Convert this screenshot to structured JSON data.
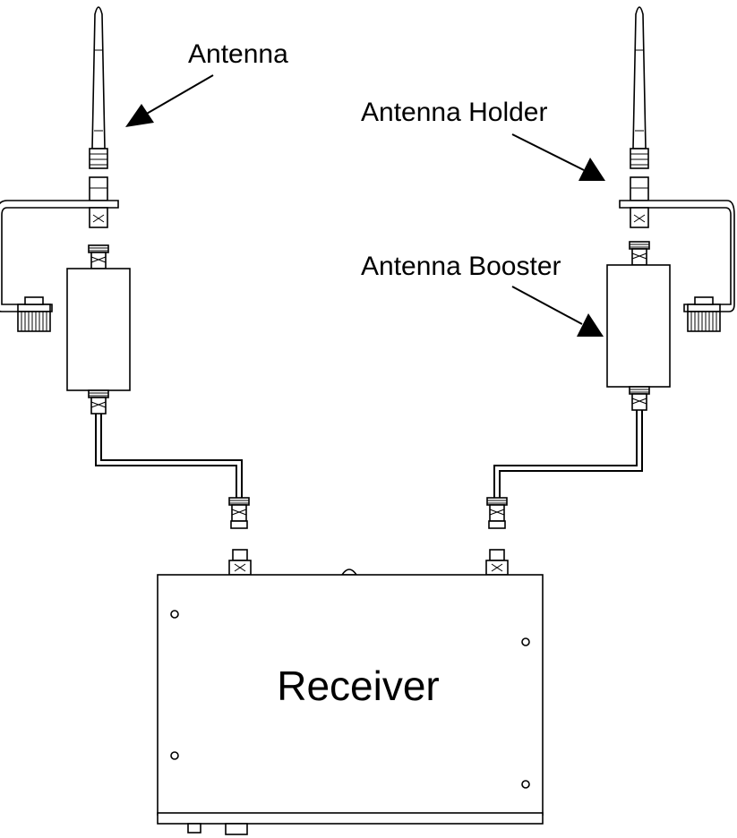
{
  "labels": {
    "antenna": "Antenna",
    "antenna_holder": "Antenna Holder",
    "antenna_booster": "Antenna Booster",
    "receiver": "Receiver"
  }
}
